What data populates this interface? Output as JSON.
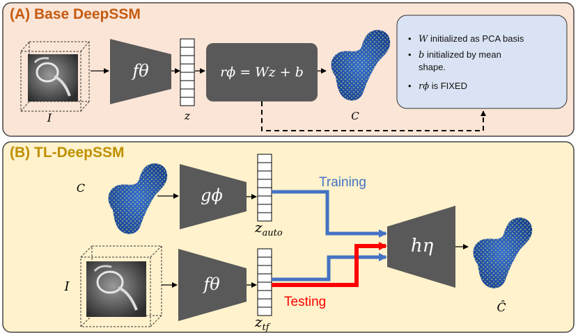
{
  "panel_a": {
    "title": "(A) Base DeepSSM",
    "input_label": "I",
    "encoder_label": "fθ",
    "latent_label": "z",
    "linear_map_label": "rϕ = Wz + b",
    "output_label": "C",
    "notes": [
      {
        "symbol": "W",
        "text": " initialized  as PCA basis"
      },
      {
        "symbol": "b",
        "text": " initialized by mean"
      },
      {
        "symbol": "",
        "text": "shape."
      },
      {
        "symbol": "rϕ",
        "text": " is FIXED"
      }
    ]
  },
  "panel_b": {
    "title": "(B) TL-DeepSSM",
    "shape_input_label": "C",
    "autoencoder_label": "gϕ",
    "auto_latent_label": "z_auto",
    "image_input_label": "I",
    "image_encoder_label": "fθ",
    "tf_latent_label": "z_tf",
    "decoder_label": "hη",
    "output_label": "Ĉ",
    "training_label": "Training",
    "testing_label": "Testing"
  },
  "colors": {
    "panel_a_bg": "#fbe5d6",
    "panel_b_bg": "#fff2cc",
    "title_a": "#c55a11",
    "title_b": "#bf9000",
    "note_box": "#dae3f3",
    "block_gray": "#595959",
    "training": "#4472c4",
    "testing": "#ff0000"
  }
}
